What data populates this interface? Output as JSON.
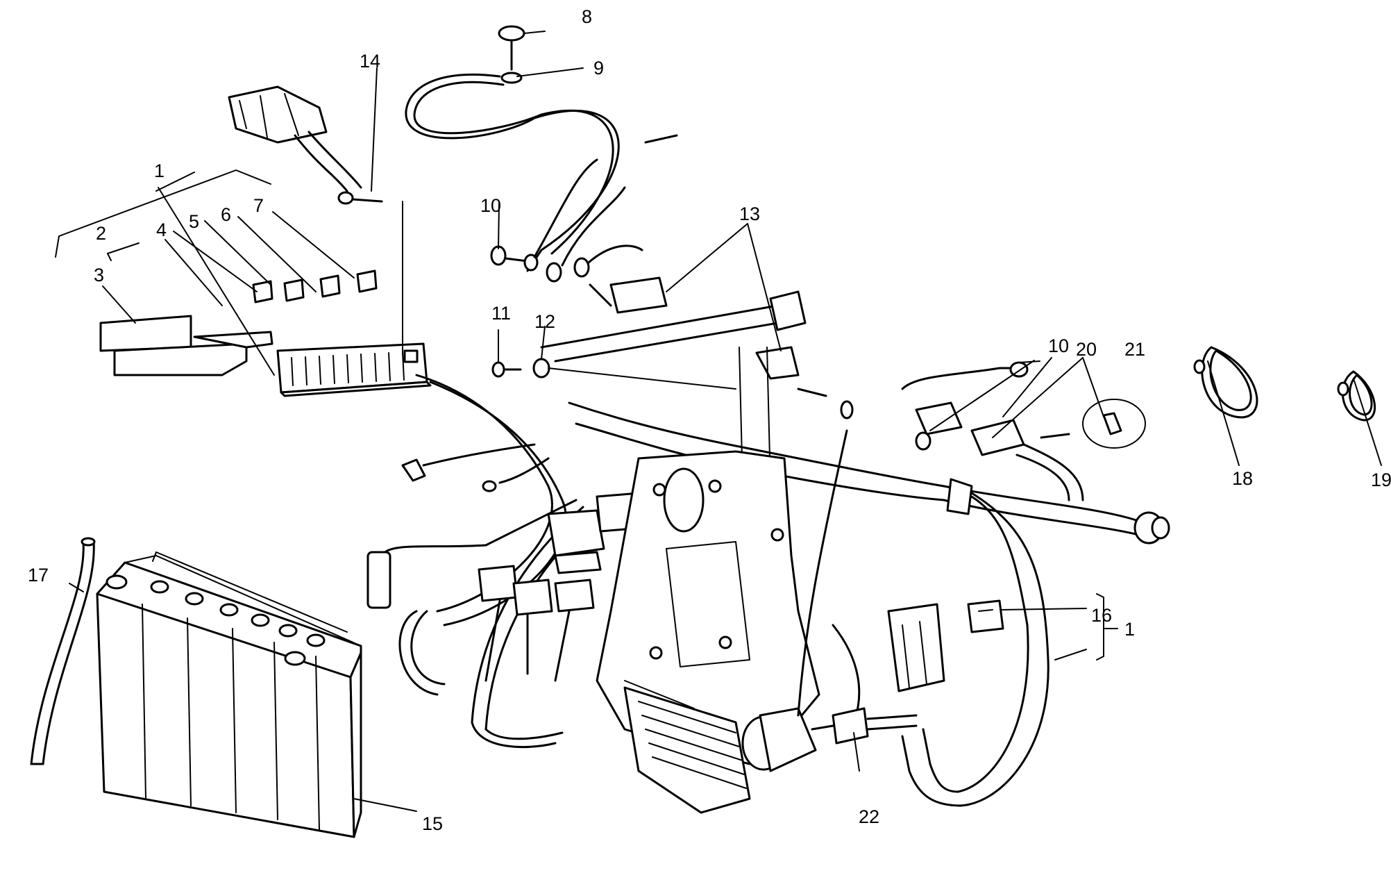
{
  "callouts": {
    "c1a": "1",
    "c1b": "1",
    "c2": "2",
    "c3": "3",
    "c4": "4",
    "c5": "5",
    "c6": "6",
    "c7": "7",
    "c8": "8",
    "c9": "9",
    "c10a": "10",
    "c10b": "10",
    "c11": "11",
    "c12": "12",
    "c13": "13",
    "c14": "14",
    "c15": "15",
    "c16": "16",
    "c17": "17",
    "c18": "18",
    "c19": "19",
    "c20": "20",
    "c21": "21",
    "c22": "22"
  }
}
